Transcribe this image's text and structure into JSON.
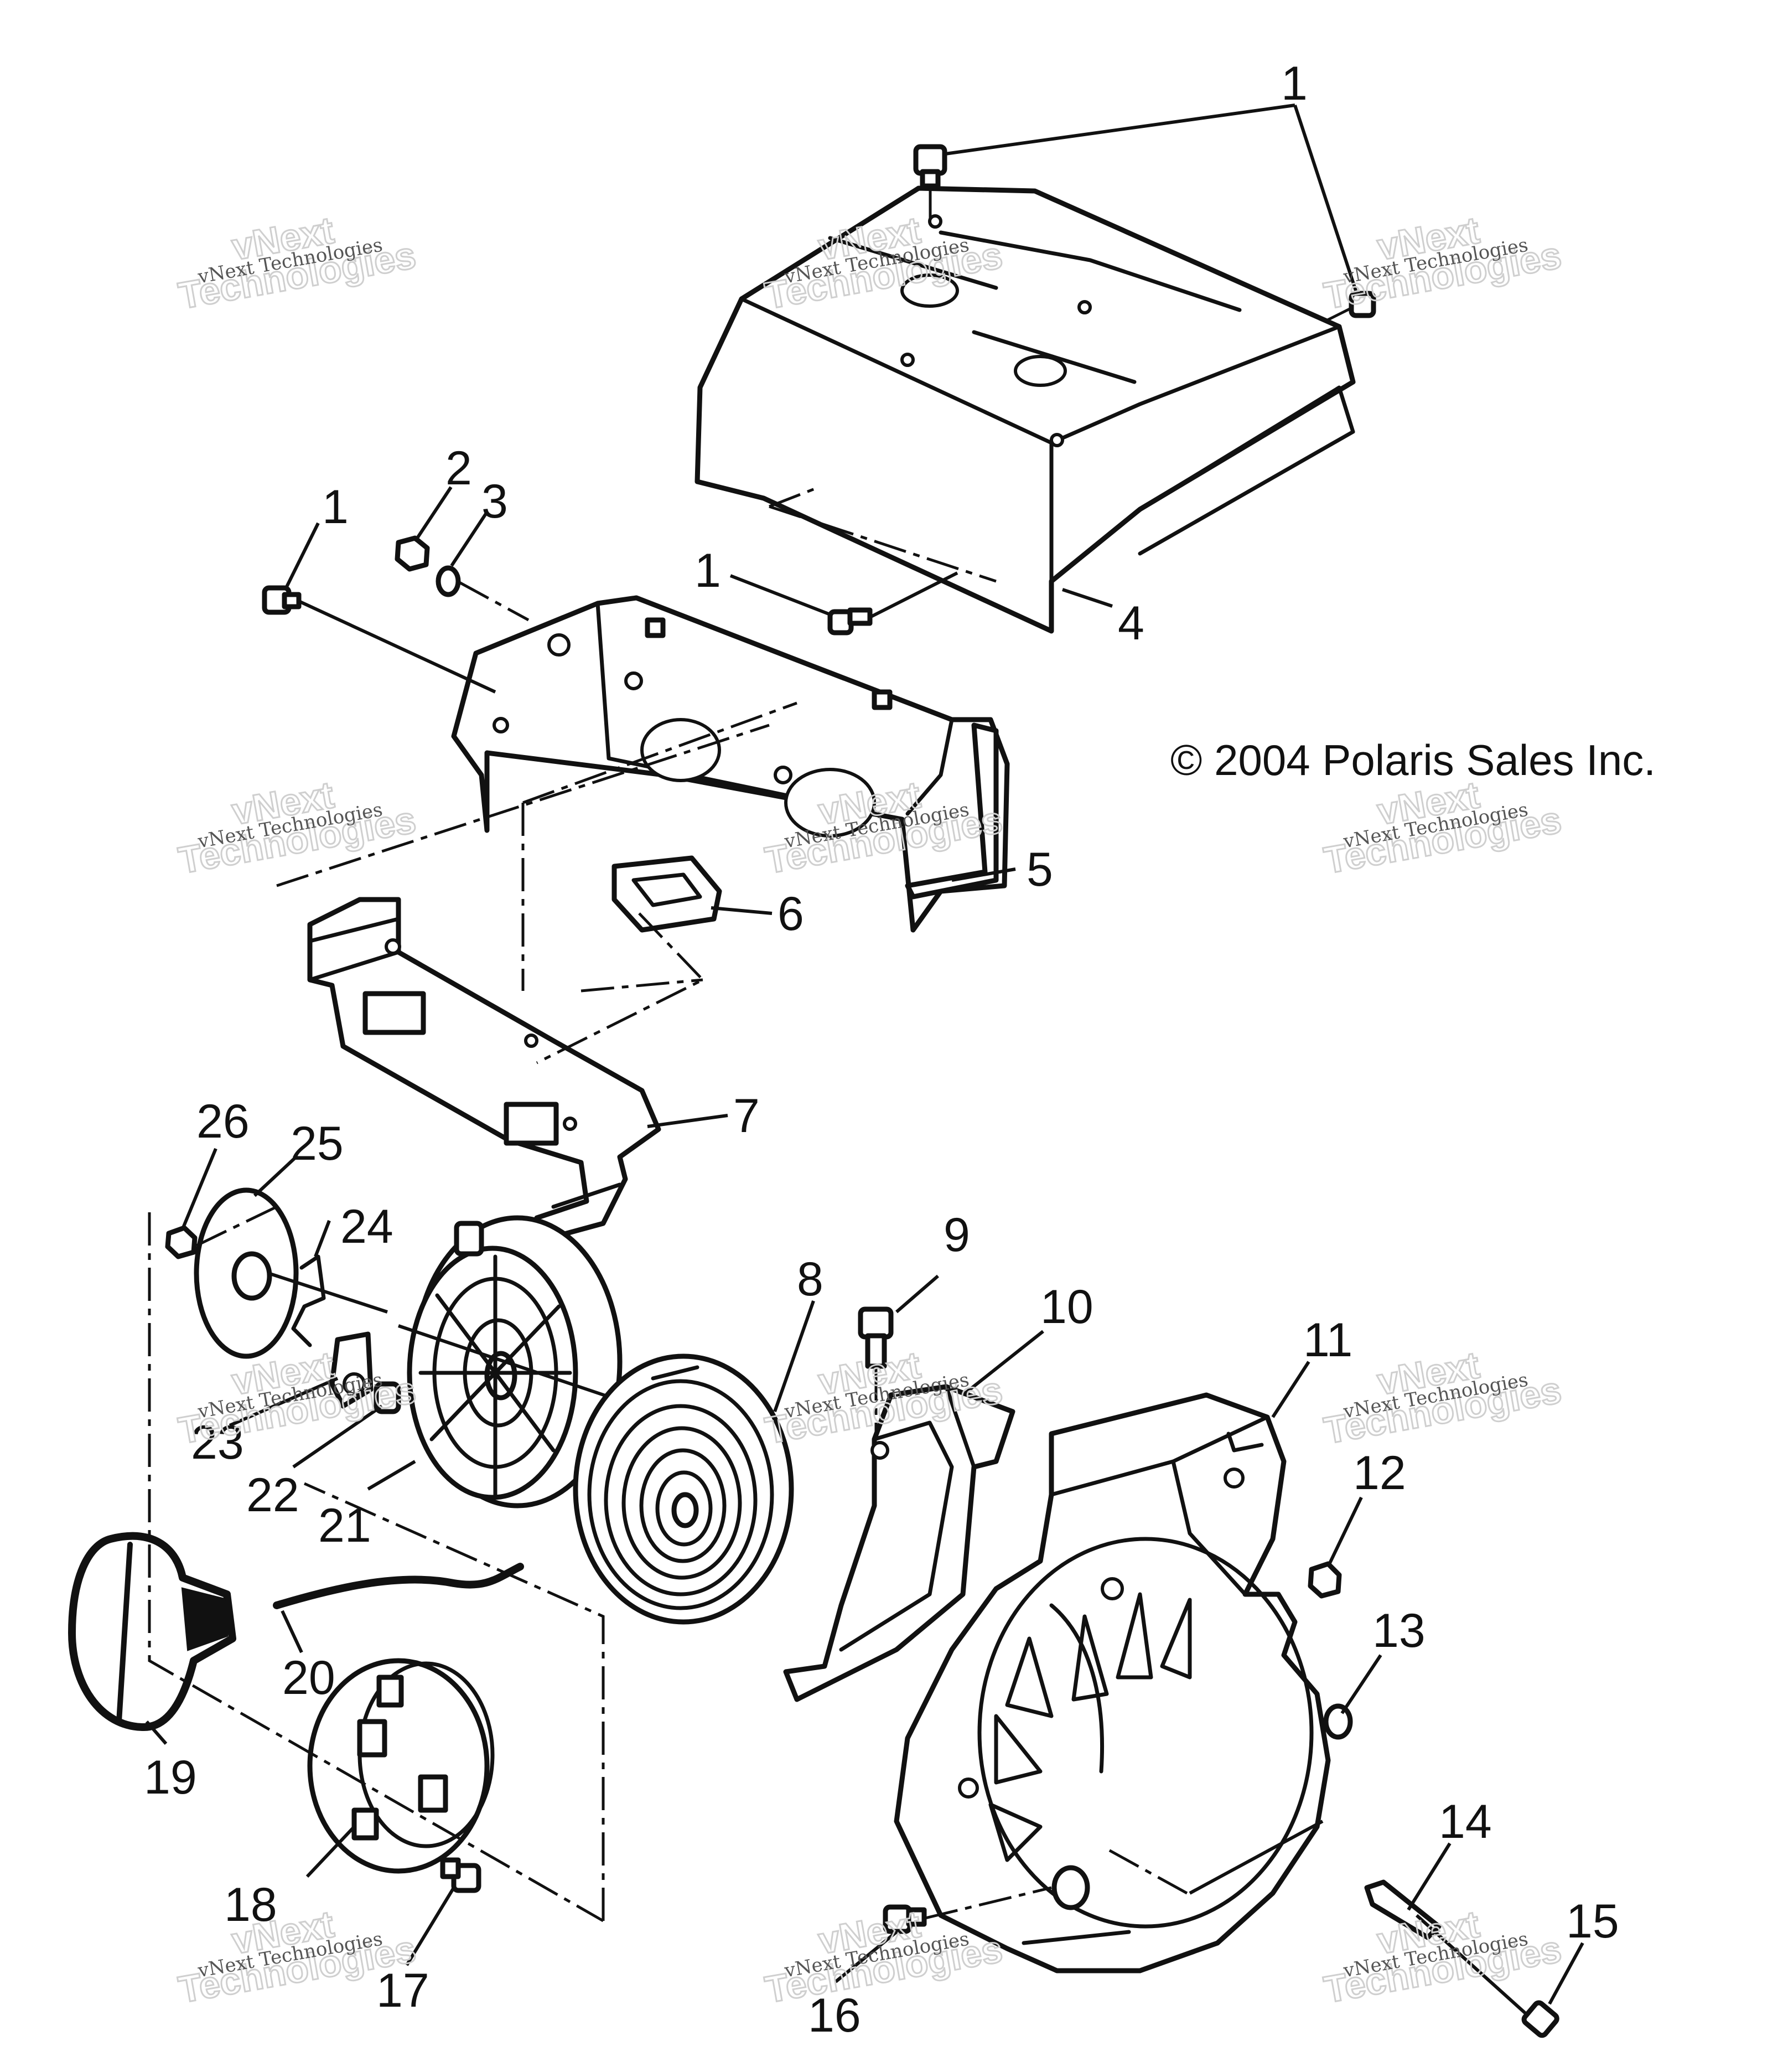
{
  "diagram": {
    "copyright": "© 2004 Polaris Sales Inc.",
    "watermark": {
      "line1": "vNext Technologies",
      "line2": "vNext",
      "line3": "Technologies"
    },
    "callouts": [
      {
        "id": "c1a",
        "label": "1"
      },
      {
        "id": "c1b",
        "label": "1"
      },
      {
        "id": "c2",
        "label": "2"
      },
      {
        "id": "c3",
        "label": "3"
      },
      {
        "id": "c1c",
        "label": "1"
      },
      {
        "id": "c4",
        "label": "4"
      },
      {
        "id": "c5",
        "label": "5"
      },
      {
        "id": "c6",
        "label": "6"
      },
      {
        "id": "c7",
        "label": "7"
      },
      {
        "id": "c8",
        "label": "8"
      },
      {
        "id": "c9",
        "label": "9"
      },
      {
        "id": "c10",
        "label": "10"
      },
      {
        "id": "c11",
        "label": "11"
      },
      {
        "id": "c12",
        "label": "12"
      },
      {
        "id": "c13",
        "label": "13"
      },
      {
        "id": "c14",
        "label": "14"
      },
      {
        "id": "c15",
        "label": "15"
      },
      {
        "id": "c16",
        "label": "16"
      },
      {
        "id": "c17",
        "label": "17"
      },
      {
        "id": "c18",
        "label": "18"
      },
      {
        "id": "c19",
        "label": "19"
      },
      {
        "id": "c20",
        "label": "20"
      },
      {
        "id": "c21",
        "label": "21"
      },
      {
        "id": "c22",
        "label": "22"
      },
      {
        "id": "c23",
        "label": "23"
      },
      {
        "id": "c24",
        "label": "24"
      },
      {
        "id": "c25",
        "label": "25"
      },
      {
        "id": "c26",
        "label": "26"
      }
    ]
  }
}
